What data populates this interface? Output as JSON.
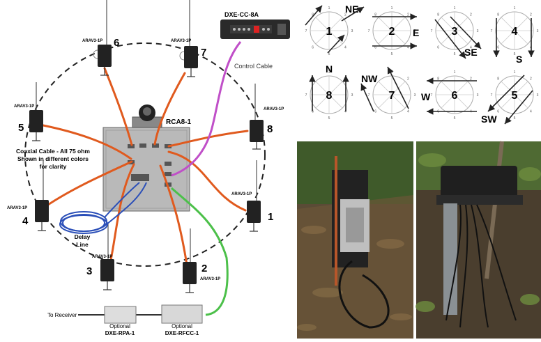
{
  "system_diagram": {
    "controller_label": "DXE-CC-8A",
    "control_cable_label": "Control Cable",
    "combiner_label": "RCA8-1",
    "antenna_model": "ARAV3-1P",
    "antenna_numbers": [
      "1",
      "2",
      "3",
      "4",
      "5",
      "6",
      "7",
      "8"
    ],
    "coax_note": [
      "Coaxial Cable - All 75 ohm",
      "Shown in different colors",
      "for clarity"
    ],
    "delay_line_label": [
      "Delay",
      "Line"
    ],
    "receiver_label": "To Receiver",
    "optional_label": "Optional",
    "preamp_label": "DXE-RPA-1",
    "rfcc_label": "DXE-RFCC-1"
  },
  "direction_patterns": [
    {
      "number": "1",
      "direction": "NE"
    },
    {
      "number": "2",
      "direction": "E"
    },
    {
      "number": "3",
      "direction": "SE"
    },
    {
      "number": "4",
      "direction": "S"
    },
    {
      "number": "8",
      "direction": "N"
    },
    {
      "number": "7",
      "direction": "NW"
    },
    {
      "number": "6",
      "direction": "W"
    },
    {
      "number": "5",
      "direction": "SW"
    }
  ],
  "pattern_ring_labels": [
    "1",
    "2",
    "3",
    "4",
    "5",
    "6",
    "7",
    "8"
  ],
  "colors": {
    "coax_orange": "#e05a1e",
    "control_magenta": "#c04fc8",
    "delay_blue": "#2b4fb8",
    "rfcc_green": "#4cc04a",
    "panel_gray": "#b8b8b8"
  }
}
